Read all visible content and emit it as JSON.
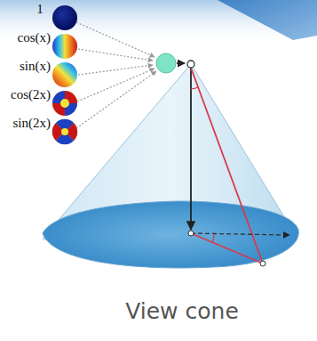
{
  "diagram": {
    "labels": [
      "1",
      "cos(x)",
      "sin(x)",
      "cos(2x)",
      "sin(2x)",
      "View cone"
    ]
  }
}
